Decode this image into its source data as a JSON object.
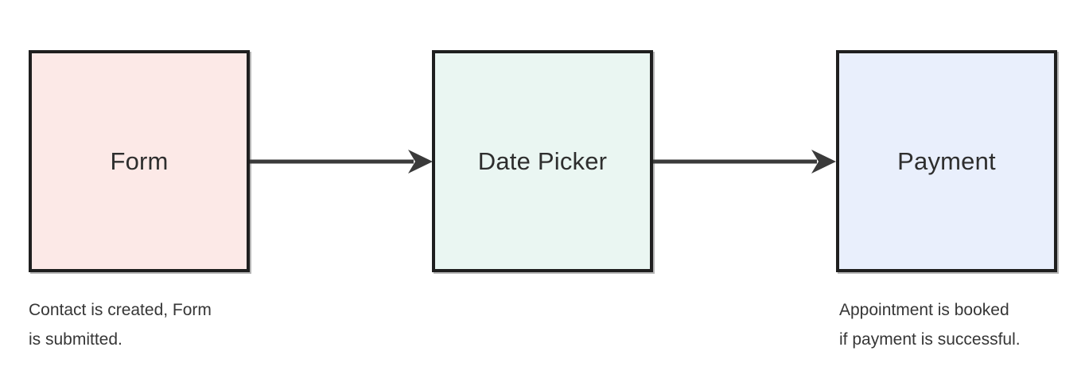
{
  "diagram": {
    "nodes": [
      {
        "label": "Form",
        "fill": "#FCE9E7"
      },
      {
        "label": "Date Picker",
        "fill": "#EAF6F2"
      },
      {
        "label": "Payment",
        "fill": "#E9EFFC"
      }
    ],
    "arrows": [
      {
        "from": "Form",
        "to": "Date Picker",
        "direction": "right"
      },
      {
        "from": "Date Picker",
        "to": "Payment",
        "direction": "right"
      }
    ],
    "captions": [
      {
        "anchor": "Form",
        "lines": [
          "Contact is created, Form",
          "is submitted."
        ]
      },
      {
        "anchor": "Payment",
        "lines": [
          "Appointment is booked",
          "if payment is successful."
        ]
      }
    ],
    "colors": {
      "background": "#FFFFFF",
      "node_border": "#1F1F1F",
      "arrow": "#3A3A3A",
      "label_text": "#2E2E2E",
      "caption_text": "#363636"
    }
  }
}
